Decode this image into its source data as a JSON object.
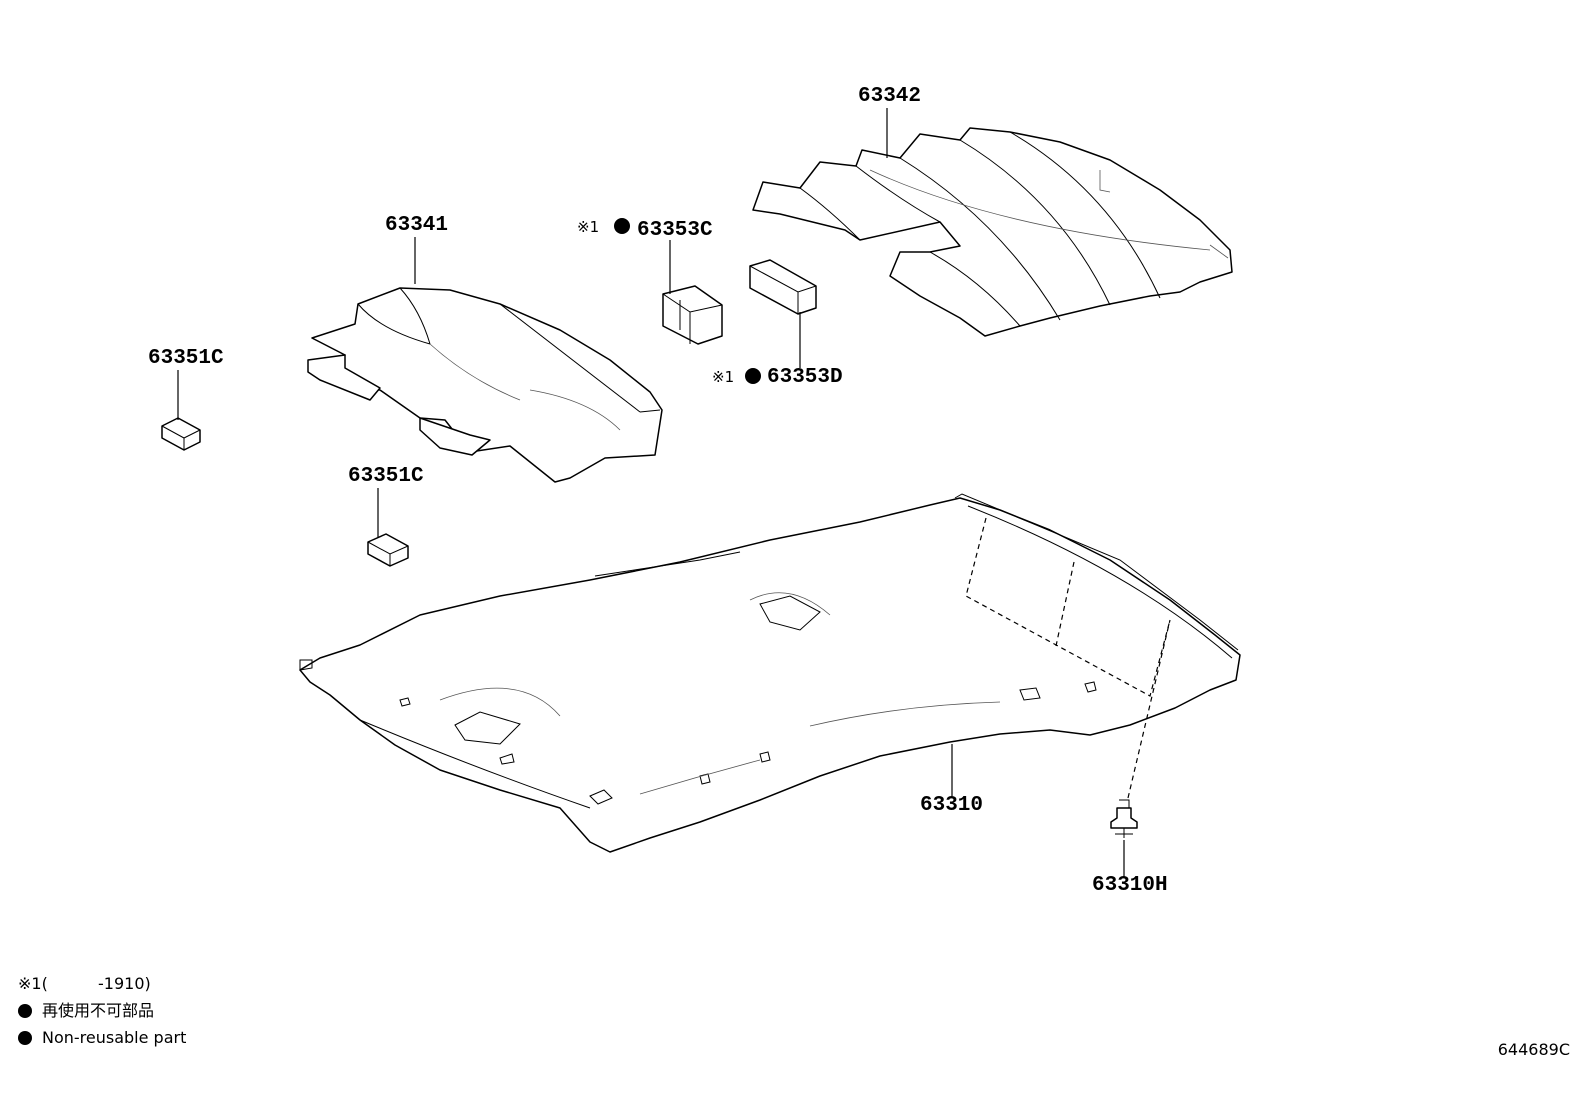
{
  "diagram": {
    "parts": {
      "p63342": "63342",
      "p63341": "63341",
      "p63353c": "63353C",
      "p63353d": "63353D",
      "p63351c_a": "63351C",
      "p63351c_b": "63351C",
      "p63310": "63310",
      "p63310h": "63310H"
    },
    "note_marker": "※1"
  },
  "legend": {
    "note_label": "※1(",
    "note_range": "-1910)",
    "non_reusable_jp": "再使用不可部品",
    "non_reusable_en": "Non-reusable part"
  },
  "figure_code": "644689C"
}
